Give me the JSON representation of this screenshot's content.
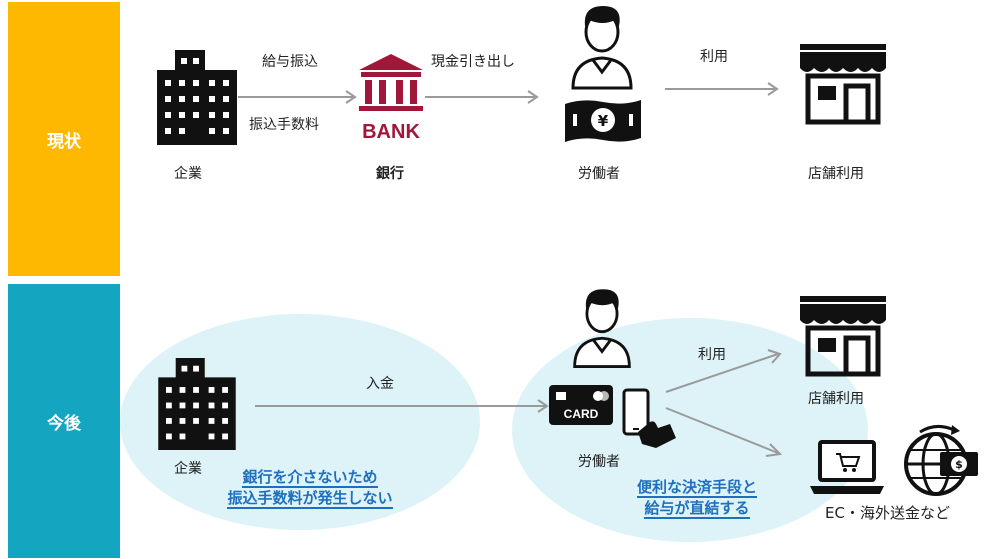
{
  "sections": {
    "current": {
      "label": "現状",
      "color": "#FFB800"
    },
    "future": {
      "label": "今後",
      "color": "#14A5C0"
    }
  },
  "current_flow": {
    "company": "企業",
    "transfer_label": "給与振込",
    "fee_label": "振込手数料",
    "bank_sign": "BANK",
    "bank": "銀行",
    "withdraw_label": "現金引き出し",
    "cash_symbol": "¥",
    "worker": "労働者",
    "use_label": "利用",
    "store_use": "店舗利用"
  },
  "future_flow": {
    "company": "企業",
    "deposit_label": "入金",
    "company_note_line1": "銀行を介さないため",
    "company_note_line2": "振込手数料が発生しない",
    "card_text": "CARD",
    "worker": "労働者",
    "worker_note_line1": "便利な決済手段と",
    "worker_note_line2": "給与が直結する",
    "use_label": "利用",
    "store_use": "店舗利用",
    "ec_label": "EC・海外送金など",
    "money_symbol": "$"
  },
  "colors": {
    "ellipse": "#DDF3F8",
    "bank_red": "#A0173A",
    "arrow": "#9a9a9a",
    "icon_dark": "#111111",
    "note_blue": "#1f6fbf"
  },
  "icons": [
    "building-icon",
    "bank-icon",
    "worker-icon",
    "cash-icon",
    "store-icon",
    "card-icon",
    "phone-hand-icon",
    "laptop-cart-icon",
    "globe-money-icon"
  ]
}
